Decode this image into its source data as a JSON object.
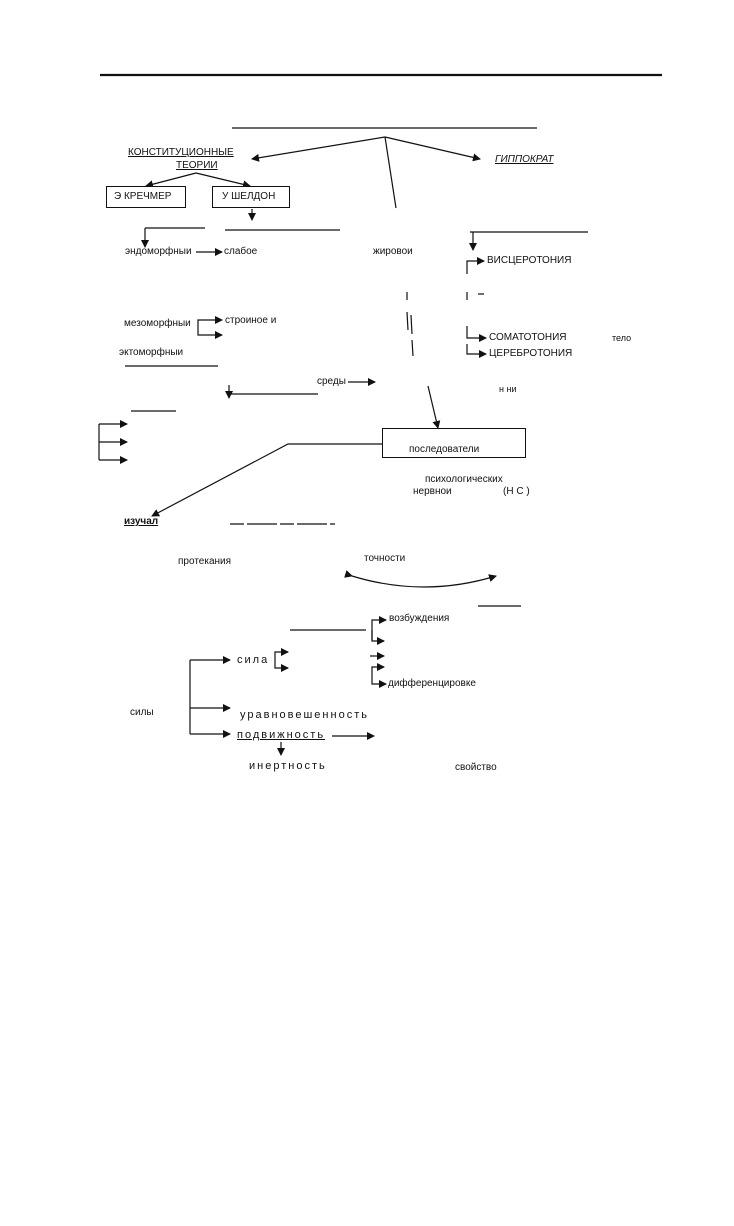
{
  "labels": {
    "constitutional_theories_l1": "КОНСТИТУЦИОННЫЕ",
    "constitutional_theories_l2": "ТЕОРИИ",
    "hippocrates": "ГИППОКРАТ",
    "kretschmer": "Э КРЕЧМЕР",
    "sheldon": "У ШЕЛДОН",
    "endomorphic": "эндоморфныи",
    "weak": "слабое",
    "fatty": "жировои",
    "viscerotonia": "ВИСЦЕРОТОНИЯ",
    "mesomorphic": "мезоморфныи",
    "slender": "строиное и",
    "somatotonia": "СОМАТОТОНИЯ",
    "body": "тело",
    "ectomorphic": "эктоморфныи",
    "cerebrotonia": "ЦЕРЕБРОТОНИЯ",
    "environment": "среды",
    "fragment_right": "н  ни",
    "followers": "последователи",
    "psychological": "психологических",
    "nervous": "нервнои",
    "ns": "(Н С )",
    "studied": "изучал",
    "flow": "протекания",
    "accuracy": "точности",
    "excitation": "возбуждения",
    "strength_of": "силы",
    "strength": "сила",
    "differentiation": "дифференцировке",
    "balance": "уравновешенность",
    "mobility": "подвижность",
    "inertia": "инертность",
    "property": "свойство"
  }
}
